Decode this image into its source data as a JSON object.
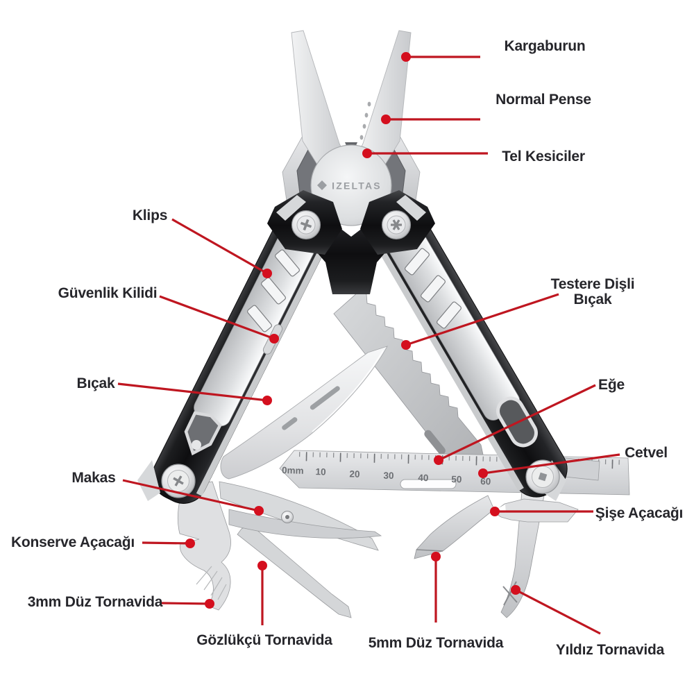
{
  "brand": "IZELTAS",
  "colors": {
    "callout_line": "#bf1620",
    "callout_dot": "#d40f1e",
    "label_text": "#26262b",
    "handle_black": "#141416",
    "steel": "#d4d6d8"
  },
  "ruler": {
    "marks": [
      "0mm",
      "10",
      "20",
      "30",
      "40",
      "50",
      "60"
    ]
  },
  "callouts": [
    {
      "id": "kargaburun",
      "text": "Kargaburun"
    },
    {
      "id": "normal-pense",
      "text": "Normal Pense"
    },
    {
      "id": "tel-kesiciler",
      "text": "Tel Kesiciler"
    },
    {
      "id": "klips",
      "text": "Klips"
    },
    {
      "id": "guvenlik-kilidi",
      "text": "Güvenlik Kilidi"
    },
    {
      "id": "testere-disli-bicak",
      "text": "Testere Dişli Bıçak"
    },
    {
      "id": "bicak",
      "text": "Bıçak"
    },
    {
      "id": "ege",
      "text": "Eğe"
    },
    {
      "id": "cetvel",
      "text": "Cetvel"
    },
    {
      "id": "makas",
      "text": "Makas"
    },
    {
      "id": "sise-acacagi",
      "text": "Şişe Açacağı"
    },
    {
      "id": "konserve-acacagi",
      "text": "Konserve Açacağı"
    },
    {
      "id": "tornavida-3mm",
      "text": "3mm Düz Tornavida"
    },
    {
      "id": "gozlukcu-tornavida",
      "text": "Gözlükçü Tornavida"
    },
    {
      "id": "tornavida-5mm",
      "text": "5mm Düz Tornavida"
    },
    {
      "id": "yildiz-tornavida",
      "text": "Yıldız Tornavida"
    }
  ]
}
